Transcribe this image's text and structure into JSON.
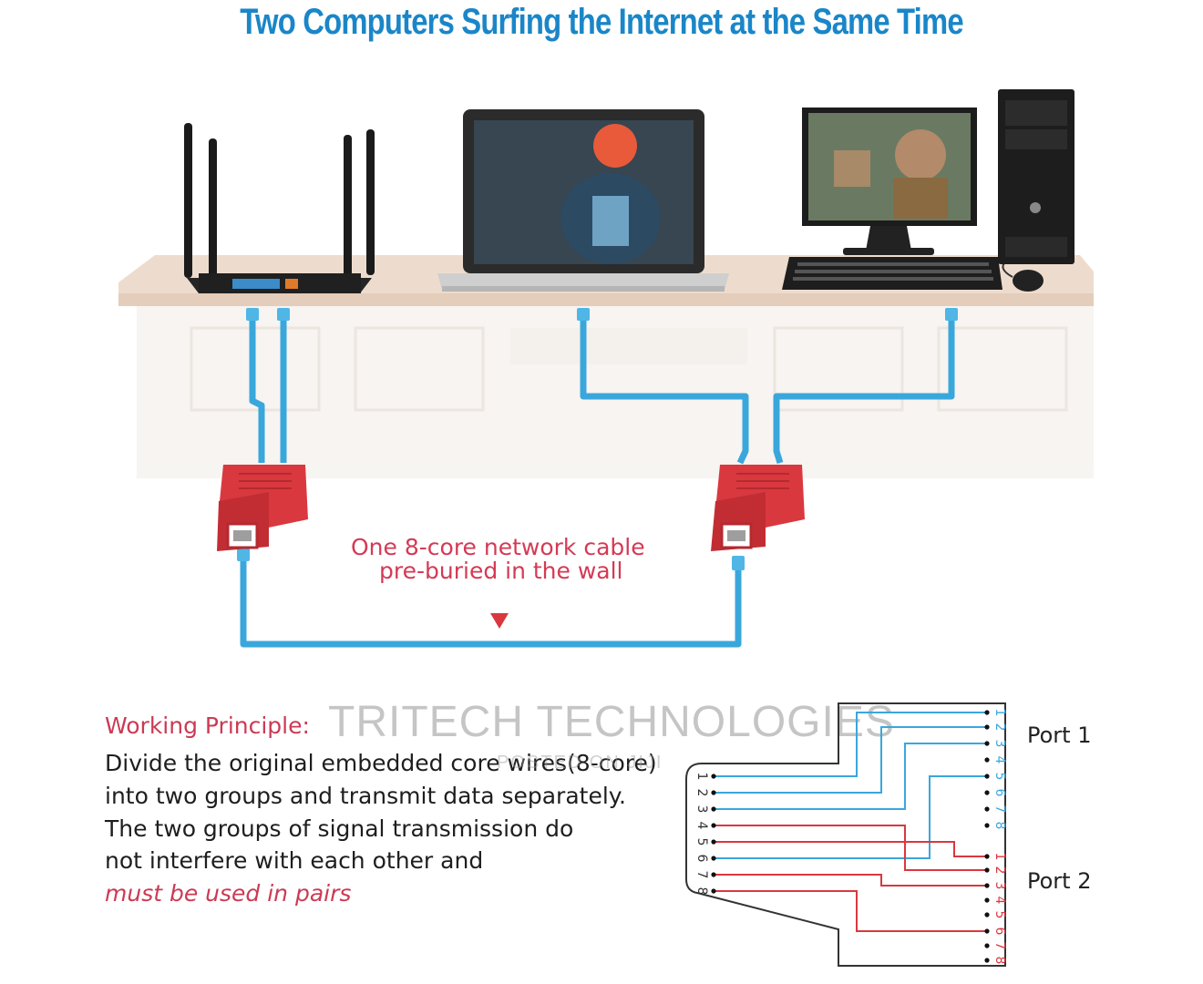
{
  "title": "Two Computers Surfing the Internet at the Same Time",
  "cable_note": {
    "line1": "One 8-core network cable",
    "line2": "pre-buried in the wall"
  },
  "working_principle": {
    "heading": "Working  Principle:",
    "lines": [
      "Divide the original embedded core wires(8-core)",
      "into two groups and transmit data separately.",
      "The two groups of signal transmission do",
      "not interfere with each other and"
    ],
    "emphasis": "must be used in pairs"
  },
  "watermark": {
    "main": "TRITECH TECHNOLOGIES",
    "sub": "POSTED ON JIJI"
  },
  "pinout": {
    "port1_label": "Port 1",
    "port2_label": "Port 2",
    "left_pins": [
      "1",
      "2",
      "3",
      "4",
      "5",
      "6",
      "7",
      "8"
    ],
    "port1_pins": [
      "1",
      "2",
      "3",
      "4",
      "5",
      "6",
      "7",
      "8"
    ],
    "port2_pins": [
      "1",
      "2",
      "3",
      "4",
      "5",
      "6",
      "7",
      "8"
    ]
  },
  "colors": {
    "title_blue": "#1a86c8",
    "cable_blue": "#3aa7dc",
    "splitter_red": "#d9383f",
    "text_red": "#d43a55",
    "wire_red": "#d9383f",
    "wire_blue": "#3aa7dc"
  }
}
